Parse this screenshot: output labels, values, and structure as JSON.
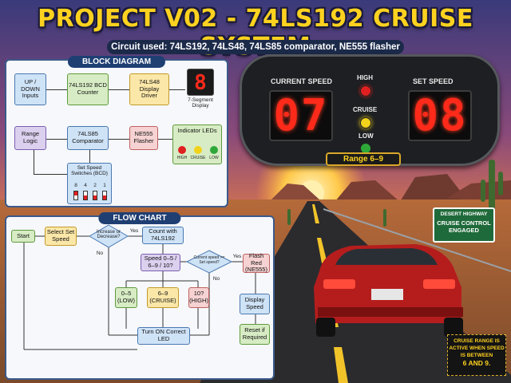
{
  "header": {
    "title": "PROJECT V02 - 74LS192 CRUISE SYSTEM",
    "subtitle": "Circuit used: 74LS192, 74LS48, 74LS85 comparator, NE555 flasher"
  },
  "block_diagram": {
    "title": "BLOCK DIAGRAM",
    "updown": "UP / DOWN Inputs",
    "counter": "74LS192 BCD Counter",
    "driver": "74LS48 Display Driver",
    "seg_digit": "8",
    "seg_caption": "7-Segment Display",
    "range_logic": "Range Logic",
    "comparator": "74LS85 Comparator",
    "flasher": "NE555 Flasher",
    "indicator": "Indicator LEDs",
    "led_high": "HIGH",
    "led_cruise": "CRUISE",
    "led_low": "LOW",
    "switches": "Set Speed Switches (BCD)",
    "switch_bits": [
      "8",
      "4",
      "2",
      "1"
    ]
  },
  "flow_chart": {
    "title": "FLOW CHART",
    "start": "Start",
    "select": "Select Set Speed",
    "decision1": "Increase or Decrease?",
    "yes1": "Yes",
    "no1": "No",
    "count": "Count with 74LS192",
    "speed": "Speed 0–5 / 6–9 / 10?",
    "low": "0–5 (LOW)",
    "cruise": "6–9 (CRUISE)",
    "high": "10? (HIGH)",
    "decision2": "Current speed >= Set speed?",
    "yes2": "Yes",
    "no2": "No",
    "flash": "Flash Red (NE555)",
    "display": "Display Speed",
    "reset": "Reset if Required",
    "turnon": "Turn ON Correct LED"
  },
  "dashboard": {
    "current_label": "CURRENT SPEED",
    "current_value": "07",
    "set_label": "SET SPEED",
    "set_value": "08",
    "lamp_high": "HIGH",
    "lamp_cruise": "CRUISE",
    "lamp_low": "LOW",
    "range": "Range 6–9"
  },
  "sign": {
    "top": "DESERT HIGHWAY",
    "main": "CRUISE CONTROL ENGAGED"
  },
  "note": {
    "line1": "CRUISE RANGE IS ACTIVE WHEN SPEED IS BETWEEN",
    "line2": "6 AND 9."
  },
  "colors": {
    "title": "#ffd21f",
    "panel_border": "#3b5a8a",
    "led_red": "#e02020",
    "led_yellow": "#f2d21a",
    "led_green": "#2fa83a",
    "segment": "#ff2a1a"
  }
}
